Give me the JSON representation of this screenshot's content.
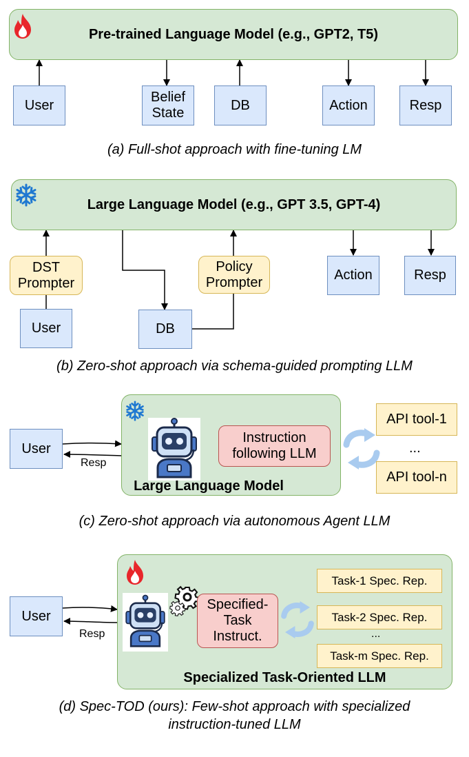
{
  "panel_a": {
    "model": "Pre-trained Language Model (e.g., GPT2, T5)",
    "user": "User",
    "belief_state": "Belief State",
    "db": "DB",
    "action": "Action",
    "resp": "Resp",
    "caption": "(a) Full-shot approach with fine-tuning LM"
  },
  "panel_b": {
    "model": "Large Language Model (e.g., GPT 3.5, GPT-4)",
    "dst_prompter": "DST Prompter",
    "policy_prompter": "Policy Prompter",
    "user": "User",
    "db": "DB",
    "action": "Action",
    "resp": "Resp",
    "caption": "(b) Zero-shot approach via schema-guided prompting LLM"
  },
  "panel_c": {
    "user": "User",
    "resp": "Resp",
    "instruction": "Instruction following LLM",
    "model": "Large Language Model",
    "api_tool_1": "API tool-1",
    "ellipsis": "...",
    "api_tool_n": "API tool-n",
    "caption": "(c) Zero-shot approach via autonomous Agent LLM"
  },
  "panel_d": {
    "user": "User",
    "resp": "Resp",
    "instruction": "Specified-Task Instruct.",
    "task_1": "Task-1 Spec. Rep.",
    "task_2": "Task-2 Spec. Rep.",
    "task_m": "Task-m Spec. Rep.",
    "ellipsis": "...",
    "model": "Specialized Task-Oriented LLM",
    "caption_line1": "(d) Spec-TOD (ours): Few-shot approach with specialized",
    "caption_line2": "instruction-tuned LLM"
  },
  "icons": {
    "fire": "fire-icon",
    "snowflake": "snowflake-icon",
    "robot": "robot-icon",
    "gear": "gear-icon",
    "cycle": "cycle-arrows-icon"
  },
  "colors": {
    "blue_fill": "#dae8fc",
    "blue_stroke": "#6c8ebf",
    "yellow_fill": "#fff2cc",
    "yellow_stroke": "#d6b656",
    "pink_fill": "#f8cecc",
    "pink_stroke": "#b85450",
    "green_fill": "#d5e8d4",
    "green_stroke": "#82b366"
  }
}
